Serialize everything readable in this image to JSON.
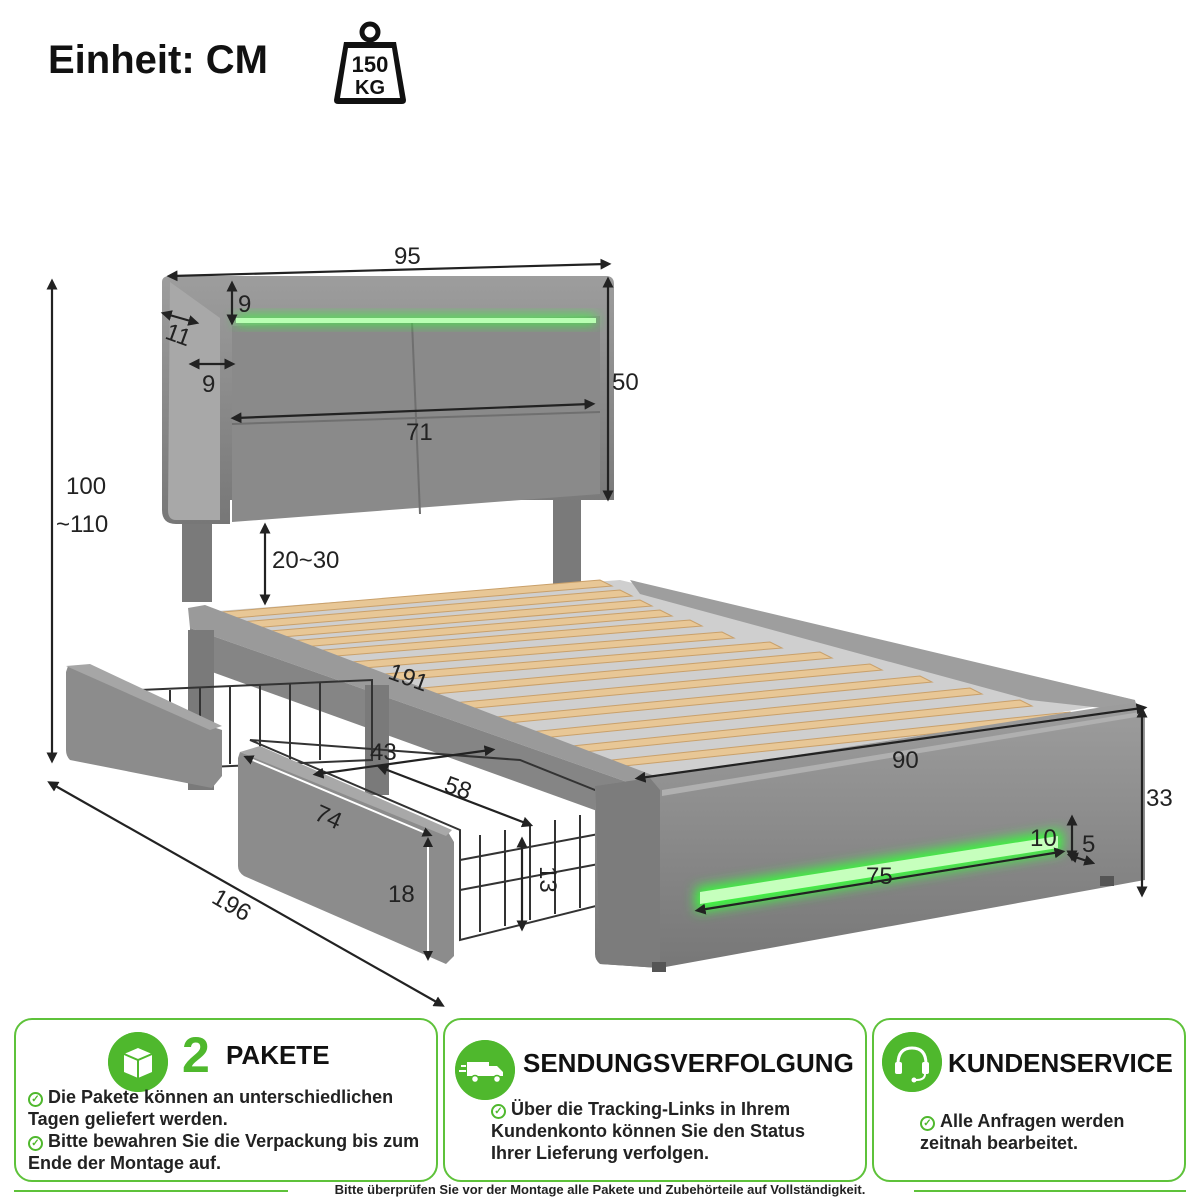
{
  "header": {
    "unit_title": "Einheit: CM",
    "weight_top": "150",
    "weight_bottom": "KG"
  },
  "dimensions": {
    "headboard_width": "95",
    "led_top": "9",
    "side_frame": "11",
    "inner_side": "9",
    "headboard_height": "50",
    "panel_width": "71",
    "total_height_line1": "100",
    "total_height_line2": "~110",
    "adjust_gap": "20~30",
    "slat_length": "191",
    "basket_width": "43",
    "basket_depth": "58",
    "front_width": "90",
    "side_height": "33",
    "drawer_length": "74",
    "led_height": "10",
    "led_depth": "5",
    "led_width": "75",
    "drawer_height": "18",
    "basket_height": "13",
    "total_length": "196"
  },
  "cards": {
    "packages": {
      "number": "2",
      "title": "PAKETE",
      "bullets": [
        "Die Pakete können an unterschiedlichen Tagen geliefert werden.",
        "Bitte bewahren Sie die Verpackung bis zum Ende der Montage auf."
      ]
    },
    "tracking": {
      "title": "SENDUNGSVERFOLGUNG",
      "bullets": [
        "Über die Tracking-Links in Ihrem Kundenkonto können Sie den Status Ihrer Lieferung verfolgen."
      ]
    },
    "service": {
      "title": "KUNDENSERVICE",
      "bullets": [
        "Alle Anfragen werden zeitnah bearbeitet."
      ]
    }
  },
  "footer": {
    "text": "Bitte überprüfen Sie vor der Montage alle Pakete und Zubehörteile auf Vollständigkeit."
  },
  "colors": {
    "accent": "#4fb82d",
    "frame": "#8e8e8e",
    "led": "#39ff3a",
    "slat": "#e8c796"
  }
}
